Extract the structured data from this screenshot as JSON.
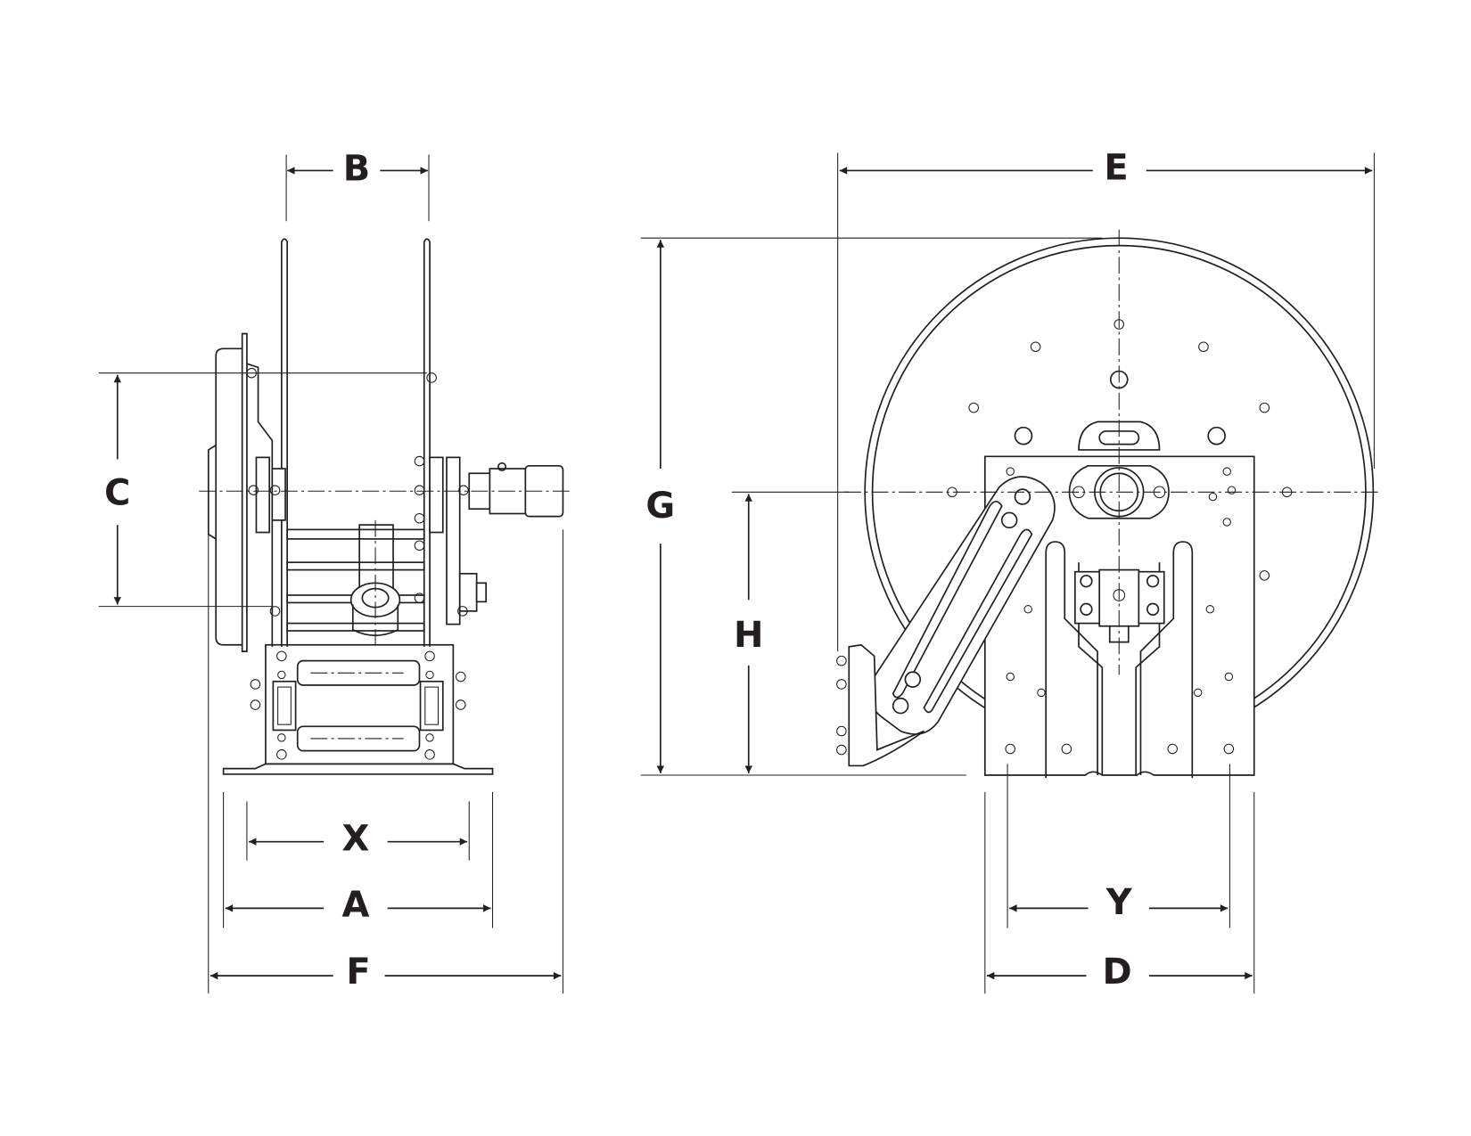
{
  "title": "Hose reel dimension drawing",
  "views": {
    "side": "side-view",
    "front": "front-view"
  },
  "dimensions": {
    "B": "B",
    "C": "C",
    "X": "X",
    "A": "A",
    "F": "F",
    "E": "E",
    "G": "G",
    "H": "H",
    "Y": "Y",
    "D": "D"
  },
  "colors": {
    "line": "#231f20",
    "background": "#ffffff"
  }
}
